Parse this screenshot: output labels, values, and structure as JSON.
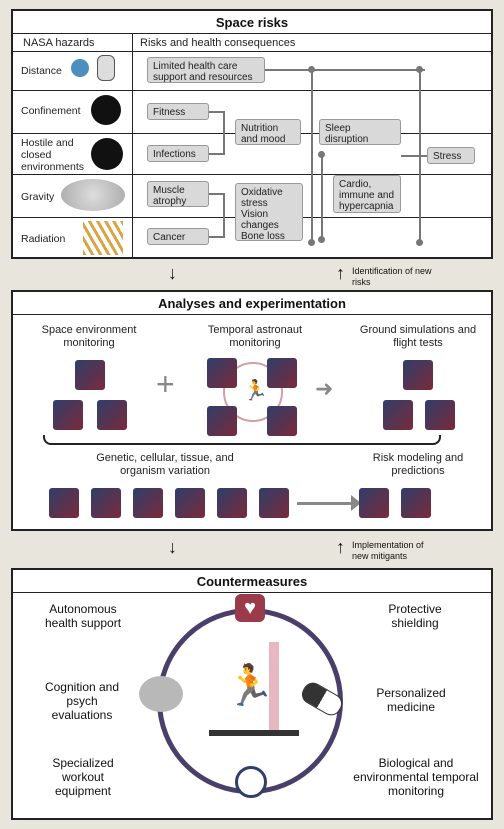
{
  "panel1": {
    "title": "Space risks",
    "col1": "NASA hazards",
    "col2": "Risks and health consequences",
    "hazards": [
      "Distance",
      "Confinement",
      "Hostile and closed environments",
      "Gravity",
      "Radiation"
    ],
    "risks": {
      "limited": "Limited health care support and resources",
      "fitness": "Fitness",
      "infections": "Infections",
      "muscle": "Muscle atrophy",
      "cancer": "Cancer",
      "nutrition": "Nutrition and mood",
      "oxidative": "Oxidative stress Vision changes Bone loss",
      "sleep": "Sleep disruption",
      "cardio": "Cardio, immune and hypercapnia",
      "stress": "Stress"
    }
  },
  "between1": {
    "feedback": "Identification of new risks"
  },
  "panel2": {
    "title": "Analyses and experimentation",
    "env": "Space environment monitoring",
    "temporal": "Temporal astronaut monitoring",
    "ground": "Ground simulations and flight tests",
    "genetic": "Genetic, cellular, tissue, and organism variation",
    "risk": "Risk modeling and predictions"
  },
  "between2": {
    "feedback": "Implementation of new mitigants"
  },
  "panel3": {
    "title": "Countermeasures",
    "autonomous": "Autonomous health support",
    "protective": "Protective shielding",
    "cognition": "Cognition and psych evaluations",
    "personalized": "Personalized medicine",
    "workout": "Specialized workout equipment",
    "biological": "Biological and environmental temporal monitoring"
  },
  "colors": {
    "navy": "#2f3e6b",
    "maroon": "#7a2a3a",
    "heart": "#9b3a4a"
  }
}
